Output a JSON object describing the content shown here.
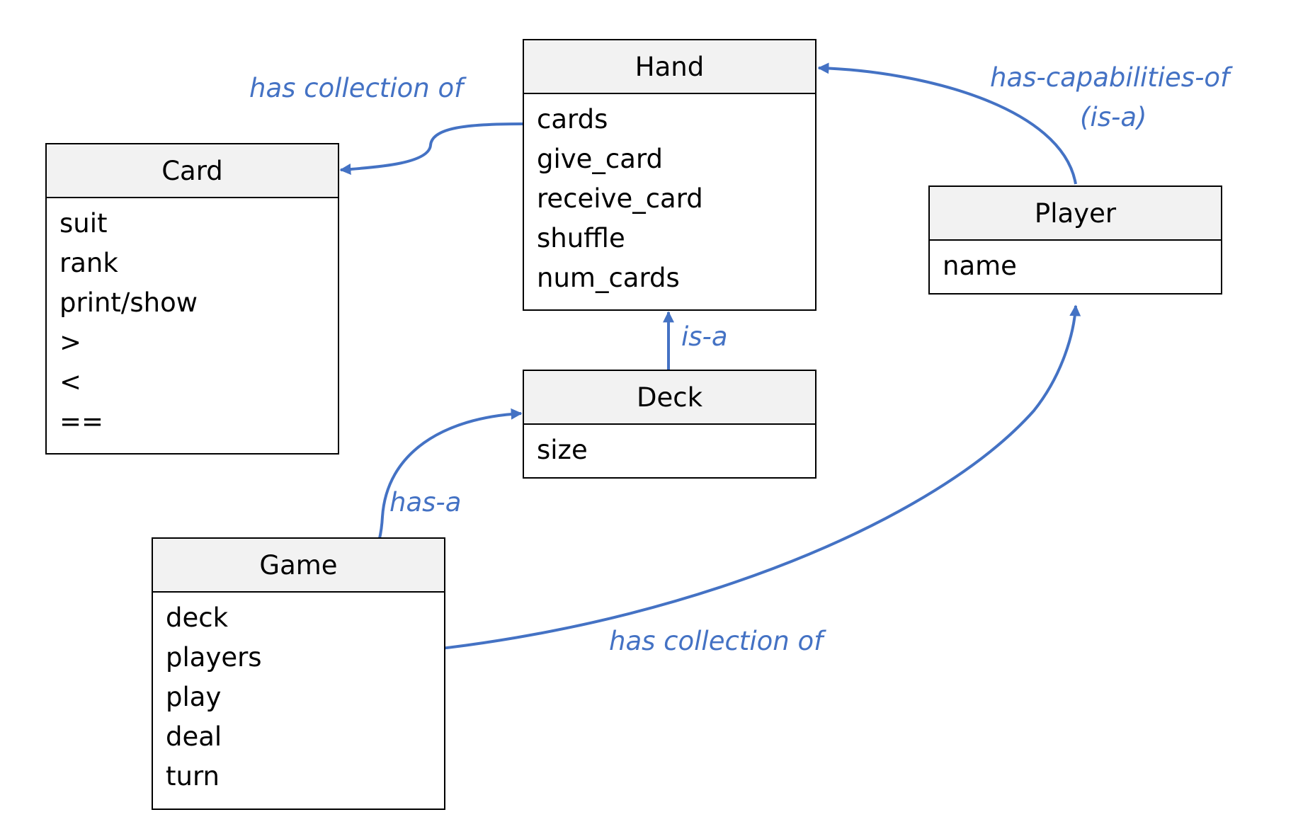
{
  "colors": {
    "connector": "#4472c4",
    "header_fill": "#f2f2f2",
    "border": "#000000"
  },
  "classes": {
    "hand": {
      "title": "Hand",
      "members": [
        "cards",
        "give_card",
        "receive_card",
        "shuffle",
        "num_cards"
      ]
    },
    "card": {
      "title": "Card",
      "members": [
        "suit",
        "rank",
        "print/show",
        ">",
        "<",
        "=="
      ]
    },
    "player": {
      "title": "Player",
      "members": [
        "name"
      ]
    },
    "deck": {
      "title": "Deck",
      "members": [
        "size"
      ]
    },
    "game": {
      "title": "Game",
      "members": [
        "deck",
        "players",
        "play",
        "deal",
        "turn"
      ]
    }
  },
  "relations": {
    "hand_card": "has collection of",
    "player_hand_line1": "has-capabilities-of",
    "player_hand_line2": "(is-a)",
    "deck_hand": "is-a",
    "game_deck": "has-a",
    "game_player": "has collection of"
  }
}
